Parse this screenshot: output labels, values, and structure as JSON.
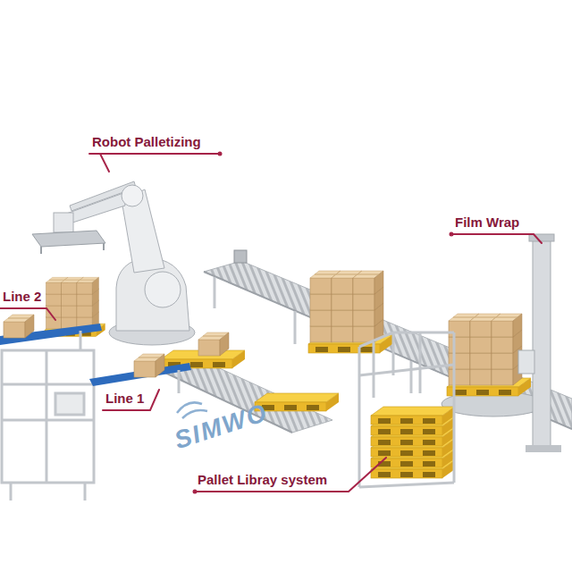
{
  "diagram": {
    "labels": [
      "Robot Palletizing",
      "Film Wrap",
      "Line 2",
      "Line 1",
      "Pallet Libray system",
      "SIMWO"
    ]
  }
}
